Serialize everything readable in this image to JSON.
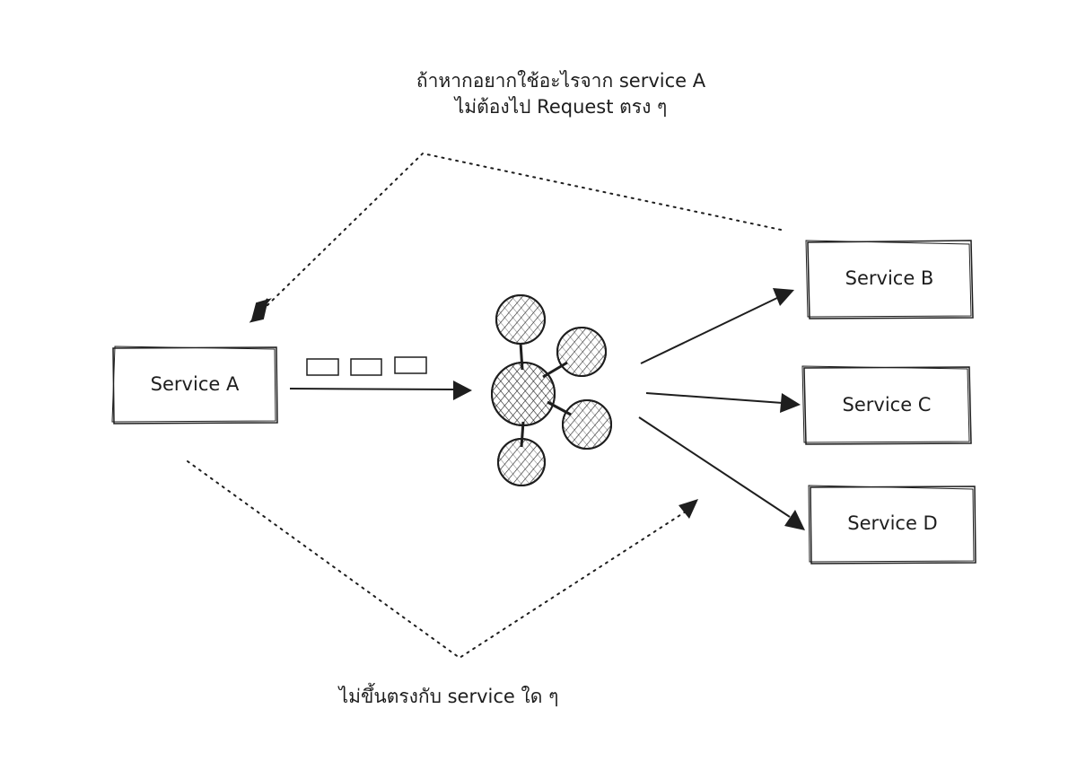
{
  "annotations": {
    "top_line1": "ถ้าหากอยากใช้อะไรจาก service A",
    "top_line2": "ไม่ต้องไป Request ตรง ๆ",
    "bottom": "ไม่ขึ้นตรงกับ service ใด ๆ"
  },
  "services": {
    "a": "Service A",
    "b": "Service B",
    "c": "Service C",
    "d": "Service D"
  },
  "broker": {
    "icon": "message-broker-icon"
  },
  "colors": {
    "stroke": "#1e1e1e",
    "background": "#ffffff"
  }
}
